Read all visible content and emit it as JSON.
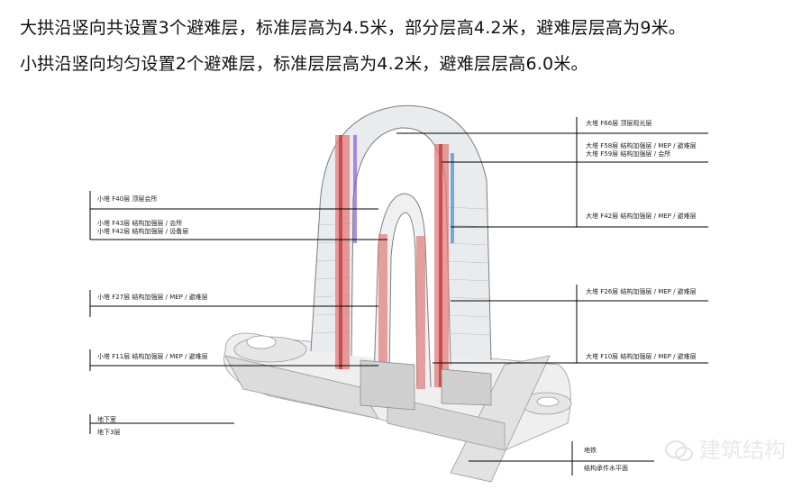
{
  "intro": {
    "line1": "大拱沿竖向共设置3个避难层，标准层高为4.5米，部分层高4.2米，避难层层高为9米。",
    "line2": "小拱沿竖向均匀设置2个避难层，标准层层高为4.2米，避难层层高6.0米。"
  },
  "labels_right": [
    "大塔 F66层 顶层观光层",
    "大塔 F58层 结构加强层 / MEP / 避难层",
    "大塔 F59层 结构加强层 / 会所",
    "大塔 F42层 结构加强层 / MEP / 避难层",
    "大塔 F26层 结构加强层 / MEP / 避难层",
    "大塔 F10层 结构加强层 / MEP / 避难层",
    "地铁",
    "结构承件水平面"
  ],
  "labels_left": [
    "小塔 F40层 顶层会所",
    "小塔 F43层 结构加强层 / 会所",
    "小塔 F42层 结构加强层 / 设备层",
    "小塔 F27层 结构加强层 / MEP / 避难层",
    "小塔 F11层 结构加强层 / MEP / 避难层",
    "地下室",
    "地下3层"
  ],
  "watermark": "建筑结构",
  "colors": {
    "refuge_red": "#d94a4a",
    "structure_gray": "#8a8a8a",
    "label_line": "#000000"
  }
}
